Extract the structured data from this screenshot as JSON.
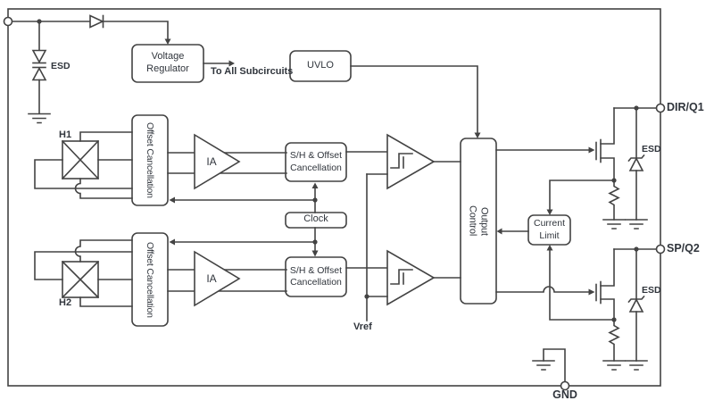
{
  "diagram": {
    "blocks": {
      "voltage_regulator": "Voltage Regulator",
      "uvlo": "UVLO",
      "offset_cancellation_1": "Offset Cancellation",
      "offset_cancellation_2": "Offset Cancellation",
      "ia_1": "IA",
      "ia_2": "IA",
      "sh_offset_1": "S/H & Offset Cancellation",
      "sh_offset_2": "S/H & Offset Cancellation",
      "clock": "Clock",
      "output_control": {
        "line1": "Output",
        "line2": "Control"
      },
      "current_limit": "Current Limit"
    },
    "annotations": {
      "to_all_subcircuits": "To All Subcircuits",
      "vref": "Vref",
      "esd_input": "ESD",
      "esd_output_1": "ESD",
      "esd_output_2": "ESD",
      "hall_element_1": "H1",
      "hall_element_2": "H2"
    },
    "pins": {
      "dir_q1": "DIR/Q1",
      "sp_q2": "SP/Q2",
      "gnd": "GND"
    },
    "colors": {
      "line": "#434343",
      "text": "#30353c",
      "background": "#ffffff"
    }
  }
}
